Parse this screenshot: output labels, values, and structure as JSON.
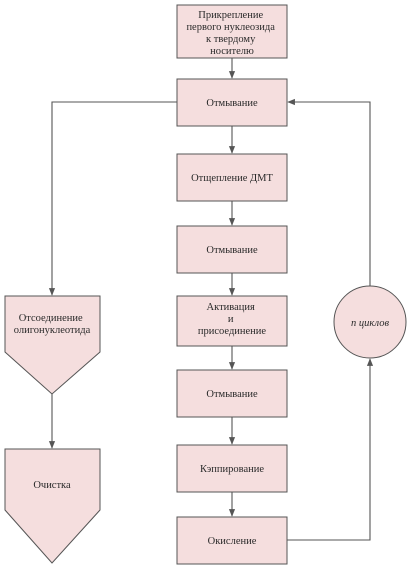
{
  "nodes": {
    "attach": [
      "Прикрепление",
      "первого нуклеозида",
      "к твердому",
      "носителю"
    ],
    "wash1": [
      "Отмывание"
    ],
    "detrit": [
      "Отщепление ДМТ"
    ],
    "wash2": [
      "Отмывание"
    ],
    "activate": [
      "Активация",
      "и",
      "присоединение"
    ],
    "wash3": [
      "Отмывание"
    ],
    "cap": [
      "Кэппирование"
    ],
    "oxid": [
      "Окисление"
    ],
    "cleave": [
      "Отсоединение",
      "олигонуклеотида"
    ],
    "purify": [
      "Очистка"
    ],
    "cycles": [
      "n циклов"
    ]
  }
}
